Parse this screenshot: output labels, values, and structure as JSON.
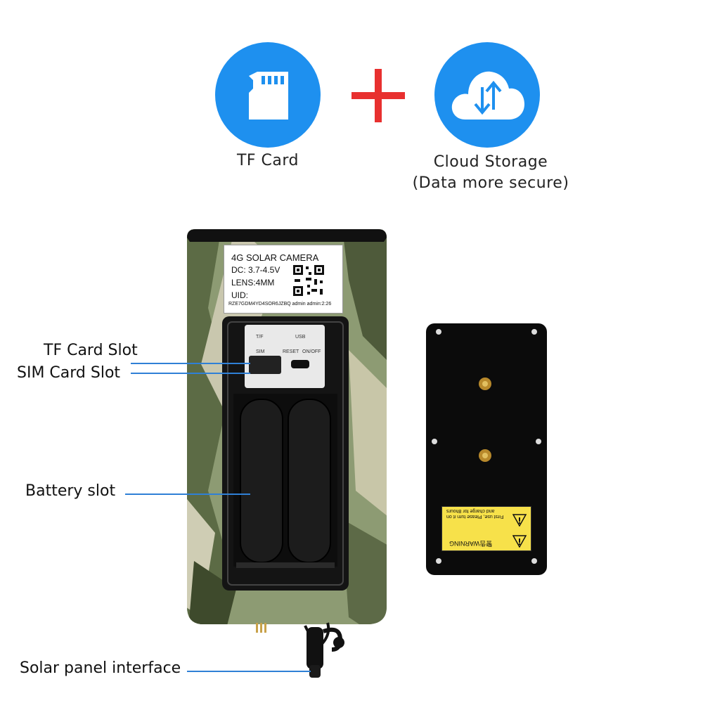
{
  "features": {
    "tf_card": {
      "caption": "TF Card",
      "icon": "sd-card-icon"
    },
    "plus_color": "#e8302f",
    "cloud": {
      "caption_line1": "Cloud Storage",
      "caption_line2": "(Data more secure)",
      "icon": "cloud-sync-icon"
    },
    "accent_color": "#1e90ef"
  },
  "camera_label": {
    "model": "4G SOLAR CAMERA",
    "dc": "DC: 3.7-4.5V",
    "lens": "LENS:4MM",
    "uid_label": "UID:",
    "uid_value": "RZE7GDM4YD4SOR6JZBQ admin admin:2:26"
  },
  "slot_labels": {
    "tf": "T/F",
    "sim": "SIM",
    "usb": "USB",
    "reset": "RESET",
    "onoff": "ON/OFF"
  },
  "callouts": {
    "tf_slot": "TF Card Slot",
    "sim_slot": "SIM Card Slot",
    "battery": "Battery slot",
    "solar": "Solar panel interface"
  },
  "warning_plate": {
    "title": "警告WARNING",
    "line1": "First use, Please turn it on",
    "line2": "and charge for 8hours"
  }
}
